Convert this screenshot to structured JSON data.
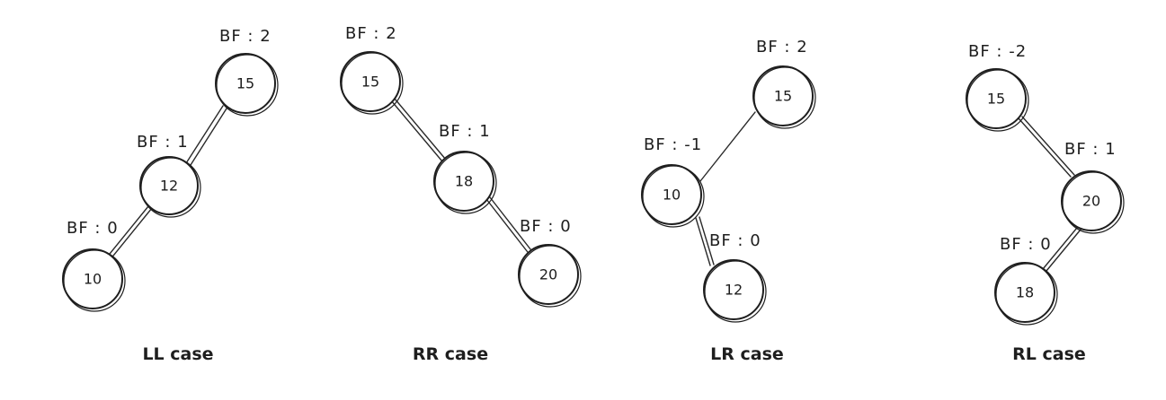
{
  "cases": [
    {
      "label": "LL case",
      "nodes": [
        {
          "value": "15",
          "bf": "BF : 2"
        },
        {
          "value": "12",
          "bf": "BF : 1"
        },
        {
          "value": "10",
          "bf": "BF : 0"
        }
      ]
    },
    {
      "label": "RR case",
      "nodes": [
        {
          "value": "15",
          "bf": "BF : 2"
        },
        {
          "value": "18",
          "bf": "BF : 1"
        },
        {
          "value": "20",
          "bf": "BF : 0"
        }
      ]
    },
    {
      "label": "LR case",
      "nodes": [
        {
          "value": "15",
          "bf": "BF : 2"
        },
        {
          "value": "10",
          "bf": "BF : -1"
        },
        {
          "value": "12",
          "bf": "BF : 0"
        }
      ]
    },
    {
      "label": "RL case",
      "nodes": [
        {
          "value": "15",
          "bf": "BF : -2"
        },
        {
          "value": "20",
          "bf": "BF : 1"
        },
        {
          "value": "18",
          "bf": "BF : 0"
        }
      ]
    }
  ]
}
